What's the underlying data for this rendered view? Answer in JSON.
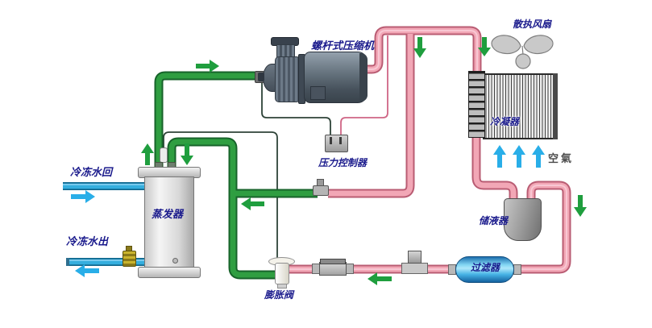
{
  "diagram": {
    "labels": {
      "compressor": "螺杆式压缩机",
      "fan": "散执风扇",
      "condenser": "冷凝器",
      "air": "空氣",
      "receiver": "储液器",
      "filter": "过滤器",
      "expansion_valve": "膨胀阀",
      "pressure_controller": "压力控制器",
      "evaporator": "蒸发器",
      "chilled_water_return": "冷冻水回",
      "chilled_water_out": "冷冻水出"
    },
    "colors": {
      "high_pressure_pipe": "#f2a7b6",
      "low_pressure_pipe": "#2f9e41",
      "water_pipe": "#35aede",
      "label_text": "#1a1a8c",
      "flow_arrow_green": "#1f9e3e",
      "flow_arrow_blue": "#29aee8"
    }
  }
}
